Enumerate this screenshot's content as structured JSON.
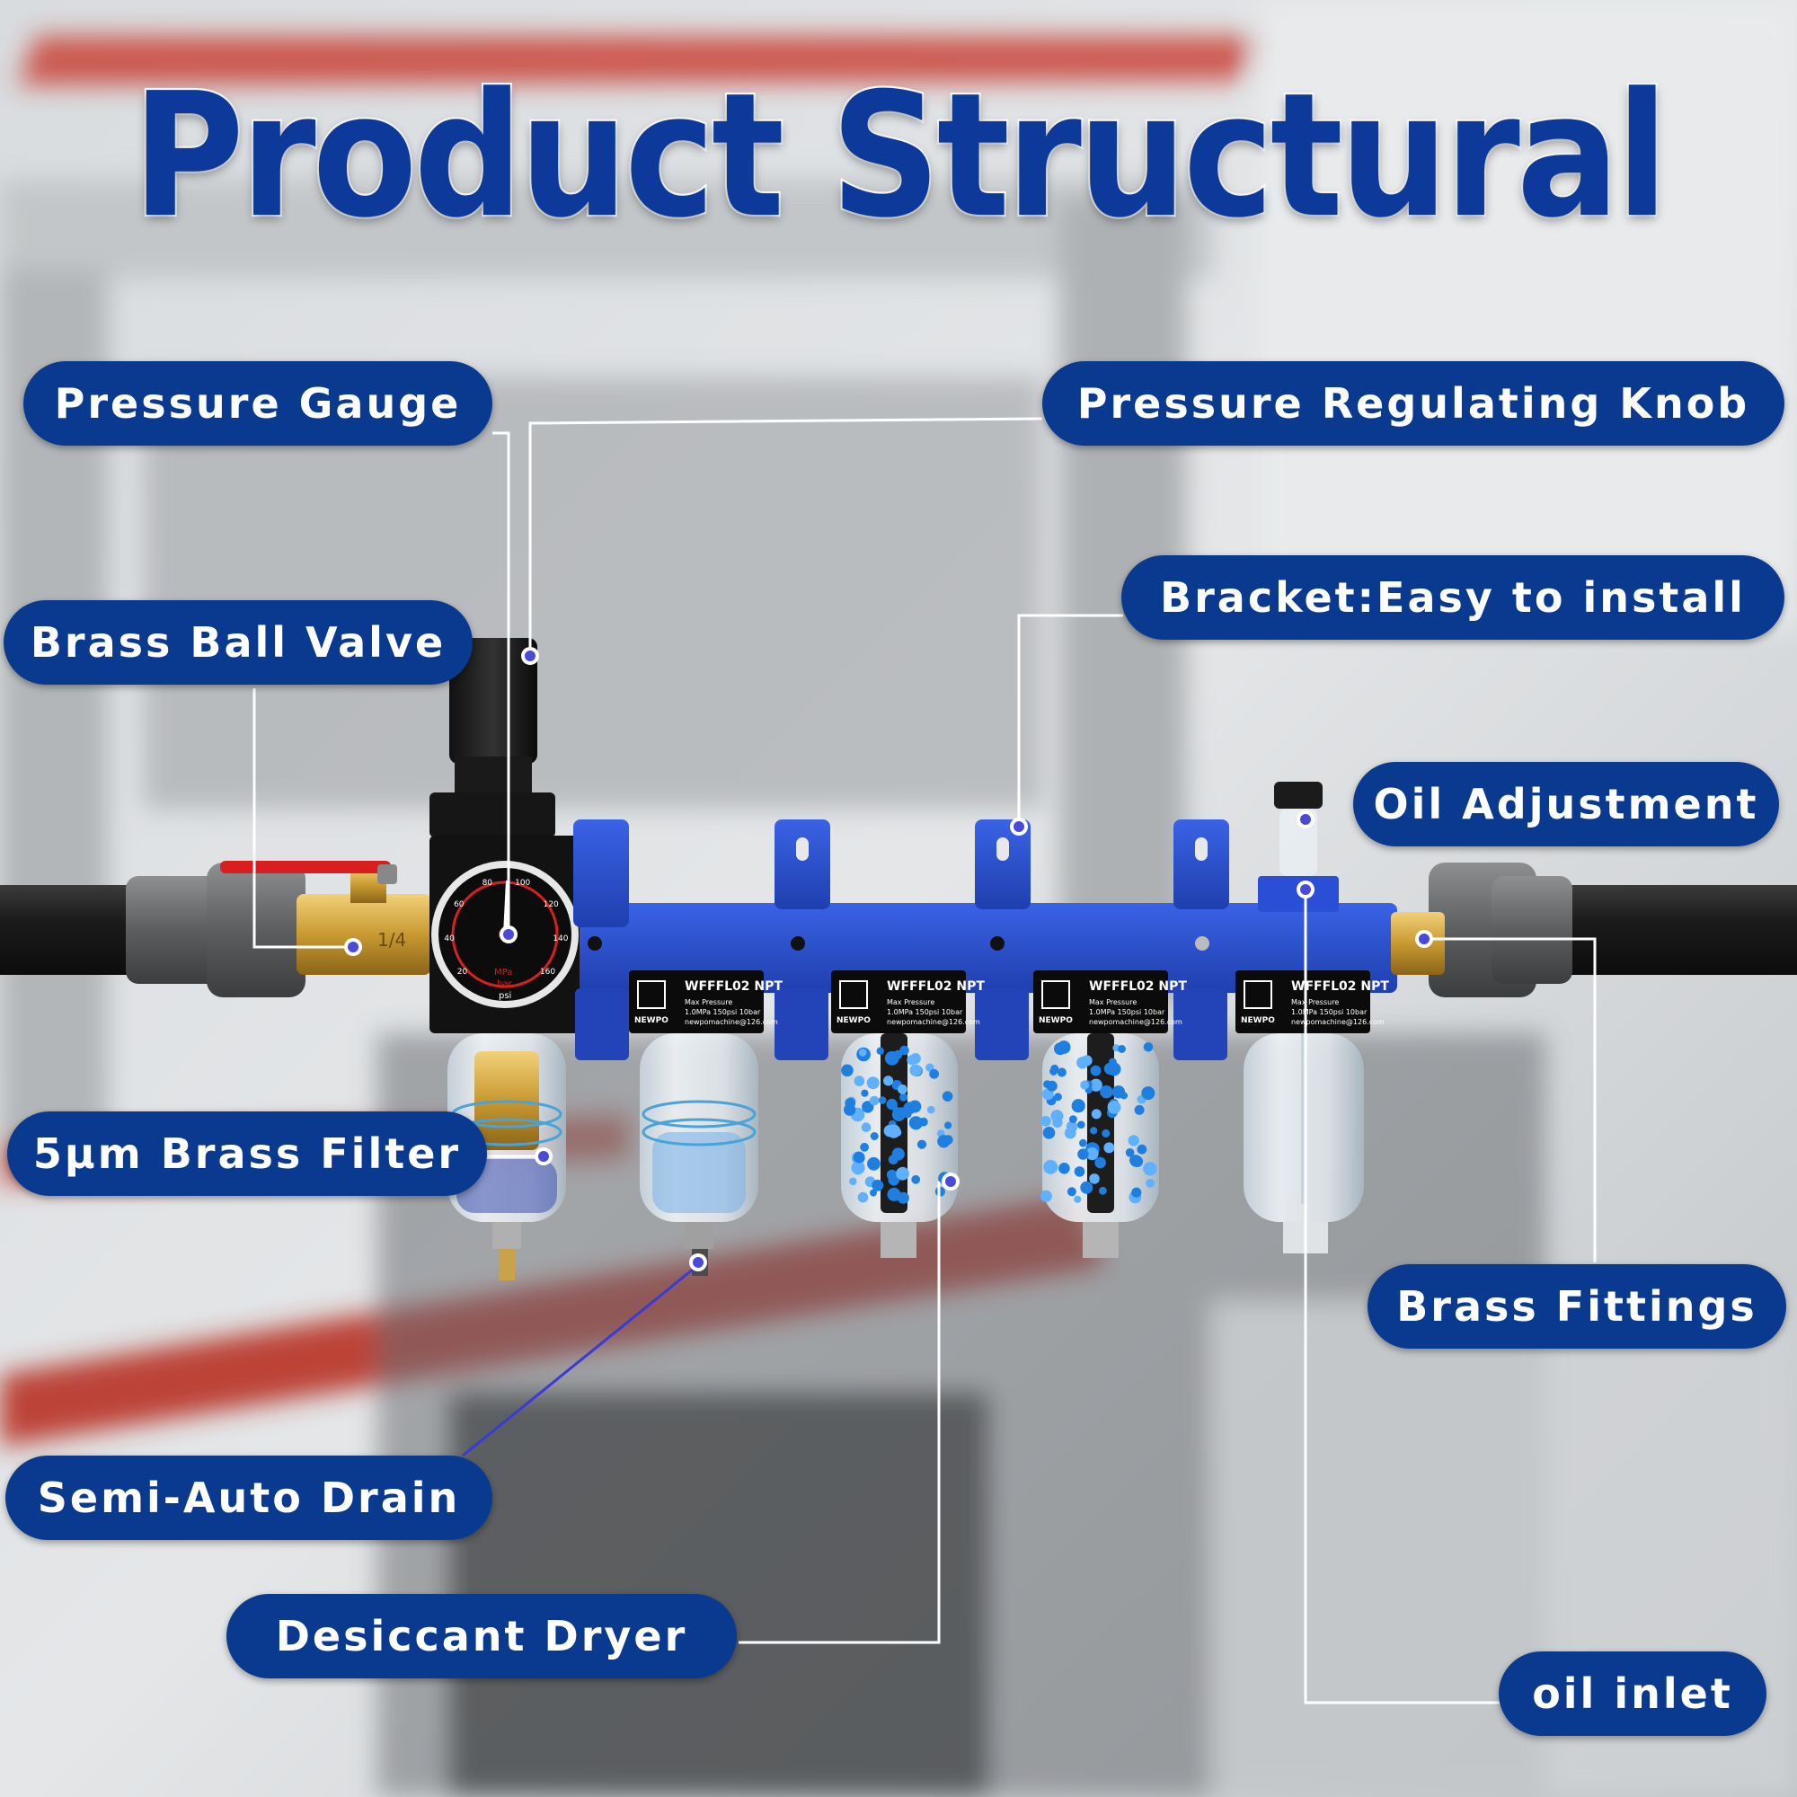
{
  "title": "Product Structural",
  "callouts": {
    "pressure_gauge": "Pressure Gauge",
    "pressure_regulating_knob": "Pressure Regulating Knob",
    "brass_ball_valve": "Brass Ball Valve",
    "bracket": "Bracket:Easy to install",
    "oil_adjustment": "Oil Adjustment",
    "brass_filter": "5µm Brass Filter",
    "brass_fittings": "Brass Fittings",
    "semi_auto_drain": "Semi-Auto Drain",
    "desiccant_dryer": "Desiccant Dryer",
    "oil_inlet": "oil inlet"
  },
  "product_label": {
    "model": "WFFFL02 NPT",
    "brand": "NEWPO",
    "line1": "Max Pressure",
    "line2": "1.0MPa 150psi 10bar",
    "line3": "newpomachine@126.com"
  },
  "valve_marking": "1/4",
  "gauge": {
    "units": [
      "MPa",
      "bar",
      "psi"
    ],
    "psi_ticks": [
      "20",
      "40",
      "60",
      "80",
      "100",
      "120",
      "140",
      "160"
    ]
  },
  "colors": {
    "callout_bg": "#0a3a8f",
    "title": "#0d3a9a",
    "bracket": "#2b52d8",
    "leader_line": "#ffffff",
    "marker_dot": "#4a4ad8"
  }
}
